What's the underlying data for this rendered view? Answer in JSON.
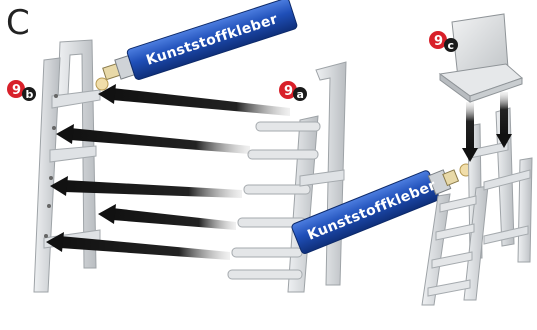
{
  "section_letter": "C",
  "steps": [
    {
      "number": "9",
      "sub": "a"
    },
    {
      "number": "9",
      "sub": "b"
    },
    {
      "number": "9",
      "sub": "c"
    }
  ],
  "glue_tube": {
    "label": "Kunststoffkleber"
  },
  "icons": [
    "glue-tube-icon",
    "arrow-icon",
    "chair-seat-icon",
    "ladder-frame-icon"
  ],
  "colors": {
    "badge": "#d8202a",
    "tube": "#1f4fb8",
    "frame": "#d9dcdf",
    "arrow": "#111111"
  }
}
